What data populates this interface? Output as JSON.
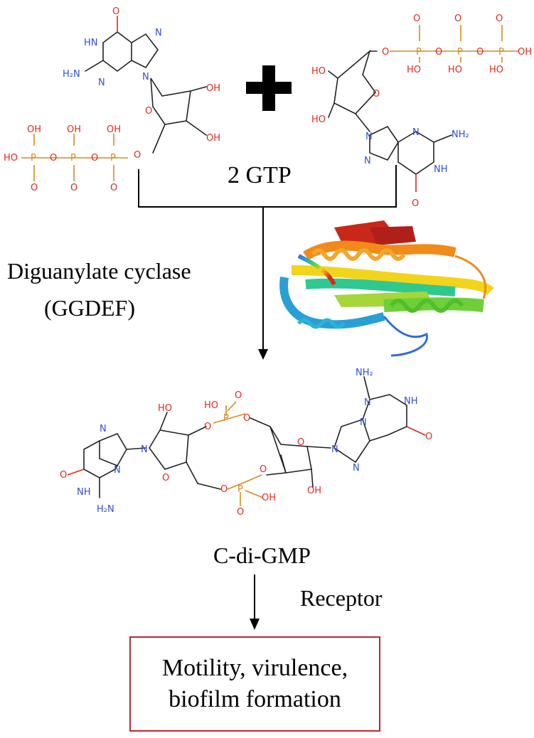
{
  "labels": {
    "reactants": "2 GTP",
    "enzyme_line1": "Diguanylate cyclase",
    "enzyme_line2": "(GGDEF)",
    "product": "C-di-GMP",
    "receptor": "Receptor",
    "outcome_line1": "Motility, virulence,",
    "outcome_line2": "biofilm formation"
  },
  "atoms": {
    "O": "O",
    "OH": "OH",
    "HO": "HO",
    "N": "N",
    "NH": "NH",
    "HN": "HN",
    "P": "P",
    "H2N": "H₂N",
    "NH2": "NH₂",
    "H2N_small": "H₂N",
    "NH2_small": "NH₂"
  },
  "colors": {
    "oxygen": "#e0281e",
    "nitrogen": "#2f4fd6",
    "phosphorus": "#d98a1b",
    "box_border": "#c0272d",
    "protein_gradient": [
      "#d42b1a",
      "#f08a1a",
      "#f2d41b",
      "#7fd13a",
      "#2fc98f",
      "#2a9fd6",
      "#2f6fd1"
    ]
  }
}
